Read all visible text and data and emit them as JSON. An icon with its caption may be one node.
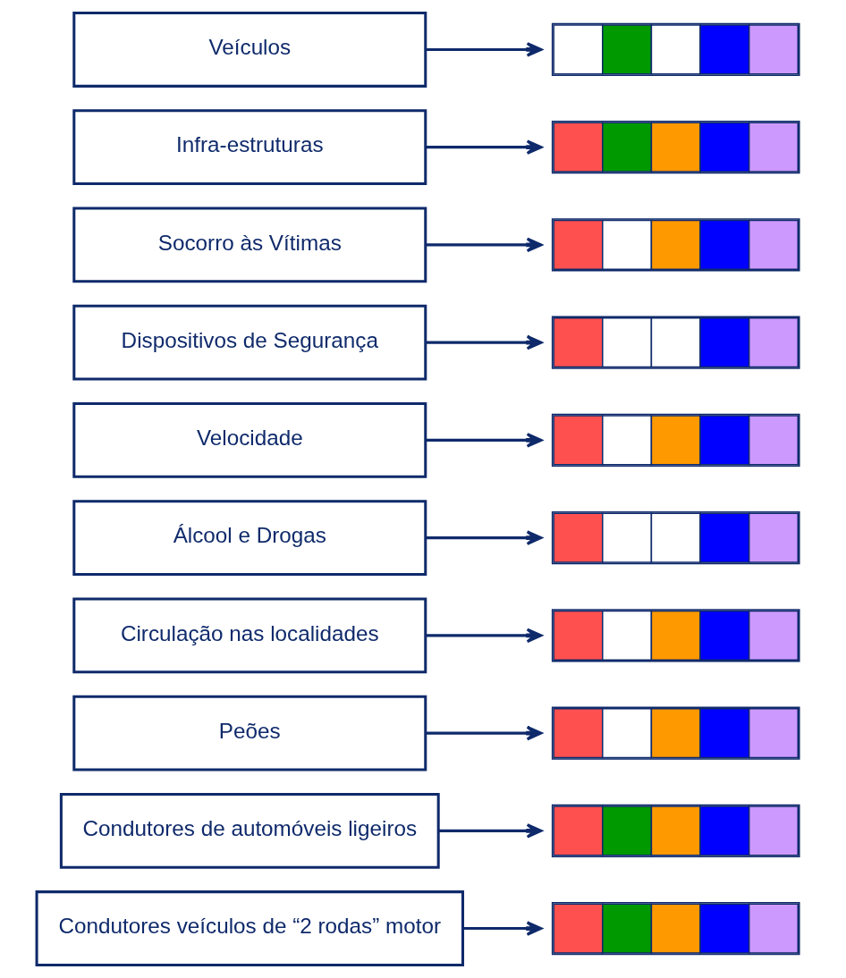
{
  "diagram": {
    "nodes": [
      {
        "text": [
          "Condutores veículos de “2 rodas” motor"
        ]
      },
      {
        "text": [],
        "shape": "bar"
      },
      {
        "text": [
          "Condutores de automóveis ligeiros"
        ]
      },
      {
        "text": [],
        "shape": "bar"
      },
      {
        "text": [
          "Peões"
        ]
      },
      {
        "text": [],
        "shape": "bar"
      },
      {
        "text": [
          "Circulação nas localidades"
        ]
      },
      {
        "text": [],
        "shape": "bar"
      },
      {
        "text": [
          "Álcool e Drogas"
        ]
      },
      {
        "text": [],
        "shape": "bar"
      },
      {
        "text": [
          "Velocidade"
        ]
      },
      {
        "text": [],
        "shape": "bar"
      },
      {
        "text": [
          "Dispositivos de Segurança"
        ]
      },
      {
        "text": [],
        "shape": "bar"
      },
      {
        "text": [
          "Socorro às Vítimas"
        ]
      },
      {
        "text": [],
        "shape": "bar"
      },
      {
        "text": [
          "Infra-estruturas"
        ]
      },
      {
        "text": [],
        "shape": "bar"
      },
      {
        "text": [
          "Veículos"
        ]
      },
      {
        "text": [],
        "shape": "bar"
      }
    ],
    "edges": [
      {
        "from": 0,
        "to": 1,
        "arrow": "to"
      },
      {
        "from": 2,
        "to": 3,
        "arrow": "to"
      },
      {
        "from": 4,
        "to": 5,
        "arrow": "to"
      },
      {
        "from": 6,
        "to": 7,
        "arrow": "to"
      },
      {
        "from": 8,
        "to": 9,
        "arrow": "to"
      },
      {
        "from": 10,
        "to": 11,
        "arrow": "to"
      },
      {
        "from": 12,
        "to": 13,
        "arrow": "to"
      },
      {
        "from": 14,
        "to": 15,
        "arrow": "to"
      },
      {
        "from": 16,
        "to": 17,
        "arrow": "to"
      },
      {
        "from": 18,
        "to": 19,
        "arrow": "to"
      }
    ]
  }
}
